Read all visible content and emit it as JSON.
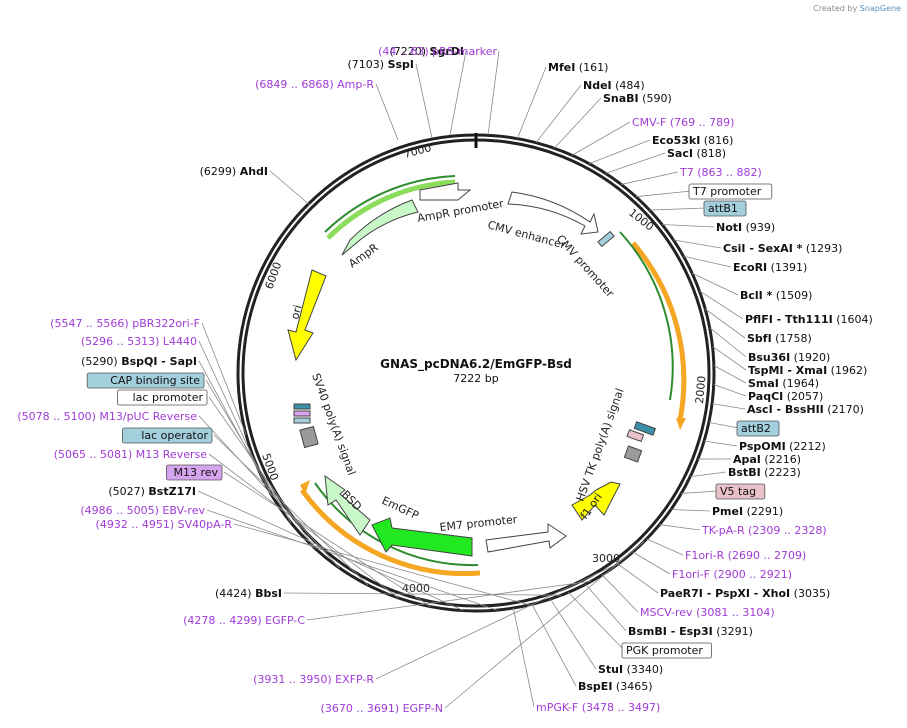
{
  "credit": {
    "prefix": "Created by",
    "brand": "SnapGene"
  },
  "plasmid": {
    "name": "GNAS_pcDNA6.2/EmGFP-Bsd",
    "length_label": "7222 bp"
  },
  "ticks": [
    "1000",
    "2000",
    "3000",
    "4000",
    "5000",
    "6000",
    "7000"
  ],
  "sites_right": [
    {
      "pos": "(161)",
      "name": "MfeI"
    },
    {
      "pos": "(484)",
      "name": "NdeI"
    },
    {
      "pos": "(590)",
      "name": "SnaBI"
    },
    {
      "pos": "(769 .. 789)",
      "name": "CMV-F",
      "primer": true
    },
    {
      "pos": "(816)",
      "name": "Eco53kI"
    },
    {
      "pos": "(818)",
      "name": "SacI"
    },
    {
      "pos": "(863 .. 882)",
      "name": "T7",
      "primer": true
    },
    {
      "name": "T7 promoter",
      "box": "white"
    },
    {
      "name": "attB1",
      "box": "blue"
    },
    {
      "pos": "(939)",
      "name": "NotI"
    },
    {
      "pos": "(1293)",
      "name": "CsiI - SexAI *"
    },
    {
      "pos": "(1391)",
      "name": "EcoRI"
    },
    {
      "pos": "(1509)",
      "name": "BclI *"
    },
    {
      "pos": "(1604)",
      "name": "PflFI - Tth111I"
    },
    {
      "pos": "(1758)",
      "name": "SbfI"
    },
    {
      "pos": "(1920)",
      "name": "Bsu36I"
    },
    {
      "pos": "(1962)",
      "name": "TspMI - XmaI"
    },
    {
      "pos": "(1964)",
      "name": "SmaI"
    },
    {
      "pos": "(2057)",
      "name": "PaqCI"
    },
    {
      "pos": "(2170)",
      "name": "AscI - BssHII"
    },
    {
      "name": "attB2",
      "box": "blue"
    },
    {
      "pos": "(2212)",
      "name": "PspOMI"
    },
    {
      "pos": "(2216)",
      "name": "ApaI"
    },
    {
      "pos": "(2223)",
      "name": "BstBI"
    },
    {
      "name": "V5 tag",
      "box": "pink"
    },
    {
      "pos": "(2291)",
      "name": "PmeI"
    },
    {
      "pos": "(2309 .. 2328)",
      "name": "TK-pA-R",
      "primer": true
    },
    {
      "pos": "(2690 .. 2709)",
      "name": "F1ori-R",
      "primer": true
    },
    {
      "pos": "(2900 .. 2921)",
      "name": "F1ori-F",
      "primer": true
    },
    {
      "pos": "(3035)",
      "name": "PaeR7I - PspXI - XhoI"
    },
    {
      "pos": "(3081 .. 3104)",
      "name": "MSCV-rev",
      "primer": true
    },
    {
      "pos": "(3291)",
      "name": "BsmBI - Esp3I"
    },
    {
      "name": "PGK promoter",
      "box": "white"
    },
    {
      "pos": "(3340)",
      "name": "StuI"
    },
    {
      "pos": "(3465)",
      "name": "BspEI"
    },
    {
      "pos": "(3478 .. 3497)",
      "name": "mPGK-F",
      "primer": true
    }
  ],
  "sites_top_left": [
    {
      "pos": "(7220)",
      "name": "SgrDI"
    },
    {
      "pos": "(7103)",
      "name": "SspI"
    },
    {
      "pos": "(44 .. 63)",
      "name": "pRS-marker",
      "primer": true
    },
    {
      "pos": "(6849 .. 6868)",
      "name": "Amp-R",
      "primer": true
    },
    {
      "pos": "(6299)",
      "name": "AhdI"
    }
  ],
  "sites_left": [
    {
      "pos": "(5547 .. 5566)",
      "name": "pBR322ori-F",
      "primer": true
    },
    {
      "pos": "(5296 .. 5313)",
      "name": "L4440",
      "primer": true
    },
    {
      "pos": "(5290)",
      "name": "BspQI - SapI"
    },
    {
      "name": "CAP binding site",
      "box": "blue"
    },
    {
      "name": "lac promoter",
      "box": "white"
    },
    {
      "pos": "(5078 .. 5100)",
      "name": "M13/pUC Reverse",
      "primer": true
    },
    {
      "name": "lac operator",
      "box": "blue"
    },
    {
      "pos": "(5065 .. 5081)",
      "name": "M13 Reverse",
      "primer": true
    },
    {
      "name": "M13 rev",
      "box": "purple"
    },
    {
      "pos": "(5027)",
      "name": "BstZ17I"
    },
    {
      "pos": "(4986 .. 5005)",
      "name": "EBV-rev",
      "primer": true
    },
    {
      "pos": "(4932 .. 4951)",
      "name": "SV40pA-R",
      "primer": true
    },
    {
      "pos": "(4424)",
      "name": "BbsI"
    },
    {
      "pos": "(4278 .. 4299)",
      "name": "EGFP-C",
      "primer": true
    },
    {
      "pos": "(3931 .. 3950)",
      "name": "EXFP-R",
      "primer": true
    },
    {
      "pos": "(3670 .. 3691)",
      "name": "EGFP-N",
      "primer": true
    }
  ],
  "features": {
    "ampr_promoter": "AmpR promoter",
    "ampr": "AmpR",
    "cmv_enhancer": "CMV enhancer",
    "cmv_promoter": "CMV promoter",
    "ori": "ori",
    "sv40": "SV40 poly(A) signal",
    "hsv": "HSV TK poly(A) signal",
    "f1ori": "f1 ori",
    "em7": "EM7 promoter",
    "emgfp": "EmGFP",
    "bsd": "BSD"
  },
  "colors": {
    "primer": "#a03bd6",
    "orange": "#f5a623",
    "green_arc": "#2e8b2e",
    "yellow": "#ffff00",
    "emgfp": "#22e822",
    "ampr": "#c8f7c8",
    "attb": "#a3cfdc",
    "v5": "#e9c1c9",
    "m13": "#d7a4ef"
  }
}
